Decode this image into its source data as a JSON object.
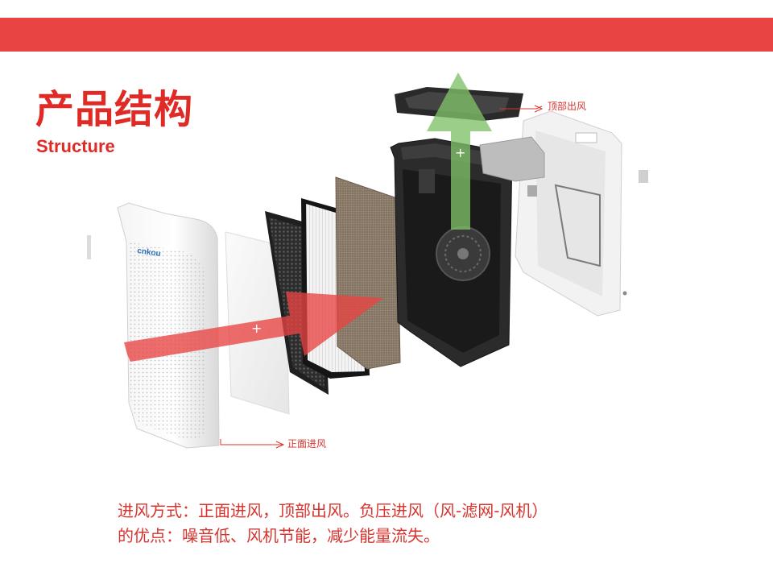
{
  "slide": {
    "title_cn": "产品结构",
    "title_en": "Structure",
    "accent_color": "#e84443",
    "text_color": "#d8342f"
  },
  "diagram": {
    "brand_mark": "cnkou",
    "callouts": {
      "top_outlet": "顶部出风",
      "front_inlet": "正面进风"
    },
    "icons": [
      "exploded-purifier-illustration",
      "airflow-in-arrow",
      "airflow-out-arrow"
    ]
  },
  "description": {
    "line1": "进风方式：正面进风，顶部出风。负压进风（风-滤网-风机）",
    "line2": "的优点：噪音低、风机节能，减少能量流失。"
  }
}
